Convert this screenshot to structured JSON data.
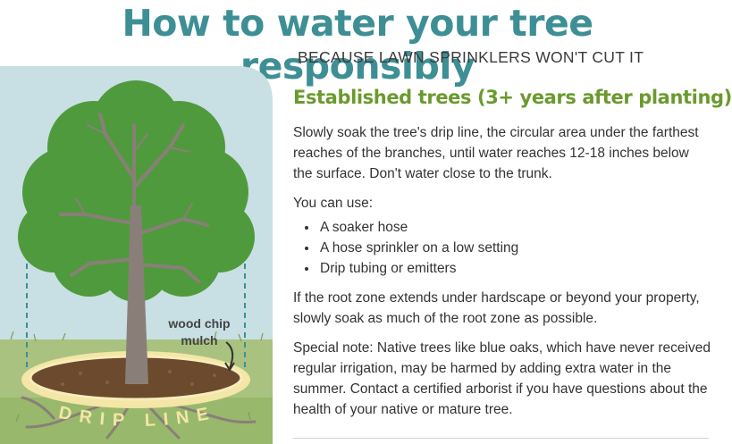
{
  "header": {
    "title": "How to water your tree responsibly",
    "subtitle": "BECAUSE LAWN SPRINKLERS WON'T CUT IT"
  },
  "illustration": {
    "mulch_label_line1": "wood chip",
    "mulch_label_line2": "mulch",
    "drip_line_label": "DRIP LINE"
  },
  "section": {
    "heading": "Established trees (3+ years after planting)",
    "intro": "Slowly soak the tree's drip line, the circular area under the farthest reaches of the branches, until water reaches 12-18 inches below the surface. Don't water close to the trunk.",
    "use_intro": "You can use:",
    "use_items": [
      "A soaker hose",
      "A hose sprinkler on a low setting",
      "Drip tubing or emitters"
    ],
    "root_zone": "If the root zone extends under hardscape or beyond your property, slowly soak as much of the root zone as possible.",
    "special_note": "Special note: Native trees like blue oaks, which have never received regular irrigation, may be harmed by adding extra water in the summer. Contact a certified arborist if you have questions about the health of your native or mature tree."
  },
  "colors": {
    "title": "#3d8f95",
    "heading": "#6a9a2d",
    "sky": "#c8dfe3",
    "grass": "#a9c27f",
    "foliage": "#4f9a3d",
    "trunk": "#8a7f78",
    "mulch": "#6b4a2e",
    "ring": "#f3e6a6"
  }
}
